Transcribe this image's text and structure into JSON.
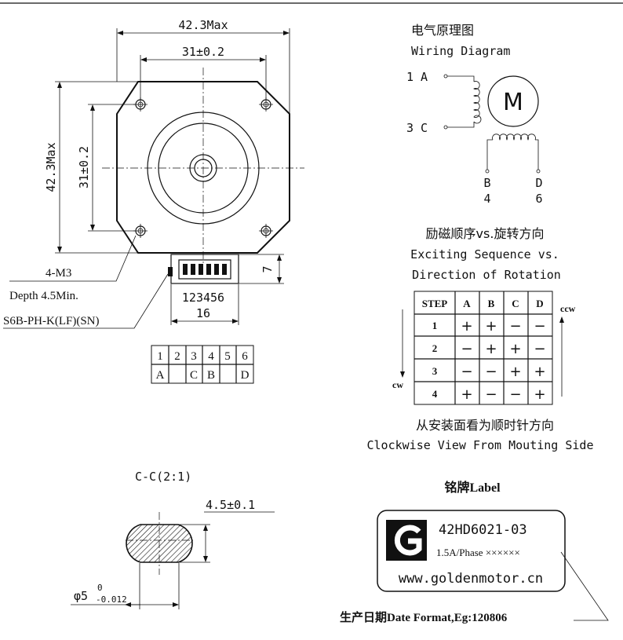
{
  "front_view": {
    "width_max": "42.3Max",
    "hole_spacing": "31±0.2",
    "height_max": "42.3Max",
    "hole_spacing_v": "31±0.2",
    "mount_thread": "4-M3",
    "thread_depth": "Depth 4.5Min.",
    "connector_part": "S6B-PH-K(LF)(SN)",
    "connector_pins": "123456",
    "connector_width": "16",
    "connector_height": "7"
  },
  "pin_table": {
    "header": [
      "1",
      "2",
      "3",
      "4",
      "5",
      "6"
    ],
    "row": [
      "A",
      "",
      "C",
      "B",
      "",
      "D"
    ]
  },
  "wiring": {
    "title_cn": "电气原理图",
    "title_en": "Wiring Diagram",
    "label_1a": "1 A",
    "label_3c": "3 C",
    "motor": "M",
    "label_b": "B",
    "label_4": "4",
    "label_d": "D",
    "label_6": "6"
  },
  "sequence": {
    "title_cn": "励磁顺序vs.旋转方向",
    "title_en_1": "Exciting Sequence vs.",
    "title_en_2": "Direction of Rotation",
    "headers": [
      "STEP",
      "A",
      "B",
      "C",
      "D"
    ],
    "rows": [
      [
        "1",
        "+",
        "+",
        "−",
        "−"
      ],
      [
        "2",
        "−",
        "+",
        "+",
        "−"
      ],
      [
        "3",
        "−",
        "−",
        "+",
        "+"
      ],
      [
        "4",
        "+",
        "−",
        "−",
        "+"
      ]
    ],
    "ccw": "ccw",
    "cw": "cw",
    "note_cn": "从安装面看为顺时针方向",
    "note_en": "Clockwise View From Mouting Side"
  },
  "section": {
    "title": "C-C(2:1)",
    "flat": "4.5±0.1",
    "dia_prefix": "φ5",
    "tol_upper": "0",
    "tol_lower": "-0.012"
  },
  "label": {
    "title": "铭牌Label",
    "logo_letter": "G",
    "model": "42HD6021-03",
    "phase": "1.5A/Phase ××××××",
    "website": "www.goldenmotor.cn",
    "date_note": "生产日期Date Format,Eg:120806"
  }
}
